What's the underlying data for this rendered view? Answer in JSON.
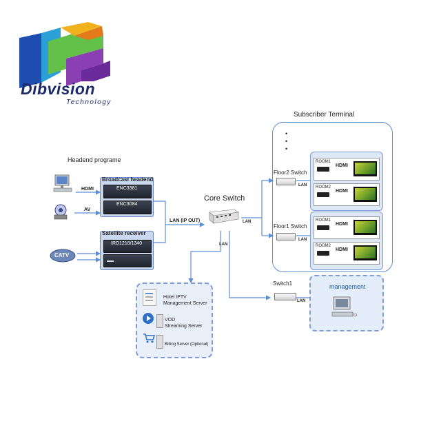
{
  "logo": {
    "brand": "Dibvision",
    "tagline": "Technology"
  },
  "headend": {
    "title": "Headend programe",
    "broadcast_label": "Broadcast headend",
    "enc1": "ENC3381",
    "enc2": "ENC3084",
    "satellite_label": "Satellite receiver",
    "ird": "IRD1218/1340",
    "hdmi": "HDMI",
    "av": "AV",
    "catv": "CATV"
  },
  "links": {
    "lan_ip_out": "LAN (IP OUT)",
    "lan_core_right": "LAN",
    "lan_core_down": "LAN",
    "lan_floor2": "LAN",
    "lan_floor1": "LAN",
    "lan_switch1": "LAN"
  },
  "core": {
    "title": "Core Switch"
  },
  "subscriber": {
    "title": "Subscriber Terminal",
    "floor2": "Floor2 Switch",
    "floor1": "Floor1 Switch",
    "rooms": [
      {
        "room": "ROOM1",
        "hdmi": "HDMI"
      },
      {
        "room": "ROOM2",
        "hdmi": "HDMI"
      },
      {
        "room": "ROOM1",
        "hdmi": "HDMI"
      },
      {
        "room": "ROOM2",
        "hdmi": "HDMI"
      }
    ]
  },
  "servers": {
    "iptv_line1": "Hotel IPTV",
    "iptv_line2": "Management Server",
    "vod_line1": "VOD",
    "vod_line2": "Streaming Server",
    "billing": "Billing Server (Optional)"
  },
  "management": {
    "switch": "Switch1",
    "title": "management"
  },
  "colors": {
    "line": "#5b8fd6",
    "box_border": "#7f9bd6",
    "mgmt_fill": "#e4eefb",
    "server_fill": "#eaf0fa"
  }
}
